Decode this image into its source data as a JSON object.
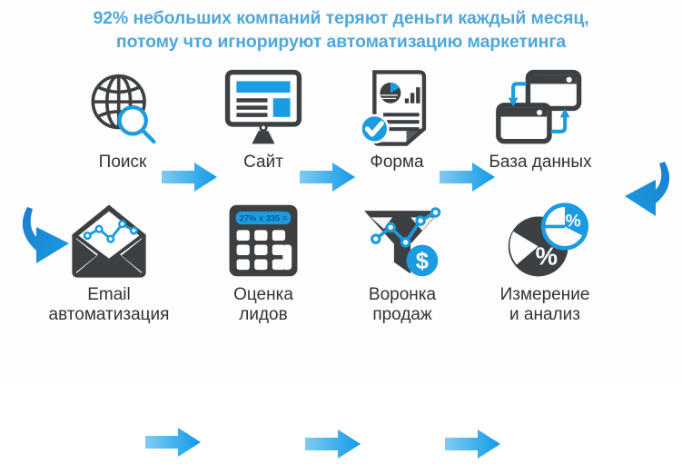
{
  "title": {
    "line1": "92% небольших компаний теряют деньги каждый месяц,",
    "line2": "потому что игнорируют автоматизацию маркетинга",
    "color": "#4FA8DC",
    "percent": "92%"
  },
  "colors": {
    "accent_blue": "#1B9BE0",
    "light_blue": "#5BC0F0",
    "dark_gray": "#3D4043",
    "label_gray": "#333333",
    "background": "#FDFDFD",
    "curve_blue": "#1476C6"
  },
  "flow": {
    "row1": [
      {
        "id": "search",
        "label": "Поиск",
        "icon": "globe-search-icon"
      },
      {
        "id": "site",
        "label": "Сайт",
        "icon": "monitor-webpage-icon"
      },
      {
        "id": "form",
        "label": "Форма",
        "icon": "document-check-icon"
      },
      {
        "id": "database",
        "label": "База данных",
        "icon": "database-sync-icon"
      }
    ],
    "row2": [
      {
        "id": "email",
        "label": "Email\nавтоматизация",
        "icon": "envelope-chart-icon"
      },
      {
        "id": "scoring",
        "label": "Оценка\nлидов",
        "icon": "calculator-icon"
      },
      {
        "id": "funnel",
        "label": "Воронка\nпродаж",
        "icon": "funnel-dollar-icon"
      },
      {
        "id": "measure",
        "label": "Измерение\nи анализ",
        "icon": "pie-chart-percent-icon"
      }
    ],
    "arrows": [
      {
        "id": "arrow-1",
        "icon": "arrow-right-icon"
      },
      {
        "id": "arrow-2",
        "icon": "arrow-right-icon"
      },
      {
        "id": "arrow-3",
        "icon": "arrow-right-icon"
      },
      {
        "id": "arrow-4",
        "icon": "arrow-right-icon"
      },
      {
        "id": "arrow-5",
        "icon": "arrow-right-icon"
      },
      {
        "id": "arrow-6",
        "icon": "arrow-right-icon"
      }
    ],
    "curves": [
      {
        "id": "curve-right",
        "icon": "curved-arrow-down-left-icon"
      },
      {
        "id": "curve-left",
        "icon": "curved-arrow-down-right-icon"
      }
    ]
  },
  "icon_details": {
    "calculator_display": "27% x 335 =",
    "funnel_badge": "$",
    "pie_percent_symbol": "%"
  }
}
